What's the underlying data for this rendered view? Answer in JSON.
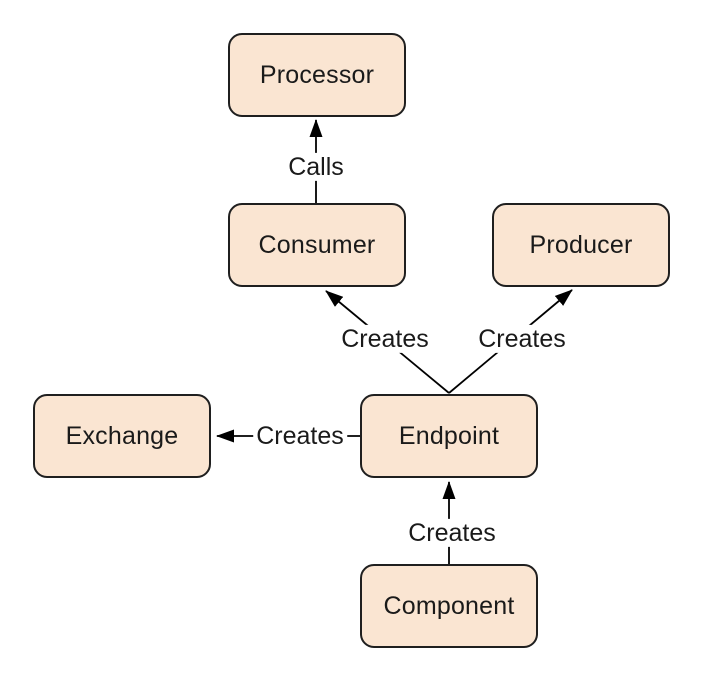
{
  "diagram": {
    "nodes": {
      "processor": {
        "label": "Processor"
      },
      "consumer": {
        "label": "Consumer"
      },
      "producer": {
        "label": "Producer"
      },
      "exchange": {
        "label": "Exchange"
      },
      "endpoint": {
        "label": "Endpoint"
      },
      "component": {
        "label": "Component"
      }
    },
    "edges": {
      "consumer_calls_processor": {
        "label": "Calls",
        "from": "Consumer",
        "to": "Processor"
      },
      "endpoint_creates_consumer": {
        "label": "Creates",
        "from": "Endpoint",
        "to": "Consumer"
      },
      "endpoint_creates_producer": {
        "label": "Creates",
        "from": "Endpoint",
        "to": "Producer"
      },
      "endpoint_creates_exchange": {
        "label": "Creates",
        "from": "Endpoint",
        "to": "Exchange"
      },
      "component_creates_endpoint": {
        "label": "Creates",
        "from": "Component",
        "to": "Endpoint"
      }
    },
    "colors": {
      "background": "#FFFFFF",
      "node_fill": "#FAE5D2",
      "node_border": "#1F1F1F",
      "edge": "#000000",
      "label_text": "#1A1A1A"
    }
  }
}
